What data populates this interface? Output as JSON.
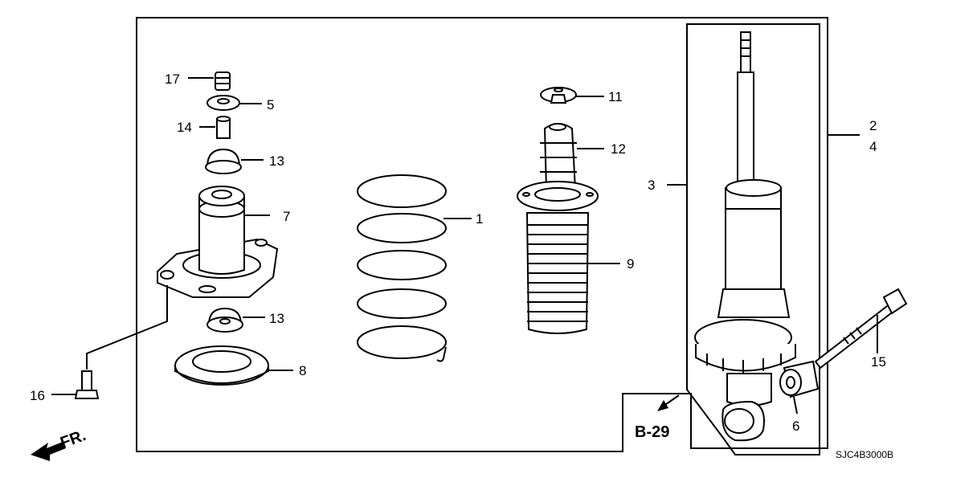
{
  "labels": {
    "p1": "1",
    "p2": "2",
    "p3": "3",
    "p4": "4",
    "p5": "5",
    "p6": "6",
    "p7": "7",
    "p8": "8",
    "p9": "9",
    "p11": "11",
    "p12": "12",
    "p13a": "13",
    "p13b": "13",
    "p14": "14",
    "p15": "15",
    "p16": "16",
    "p17": "17"
  },
  "ref": "B-29",
  "direction": "FR.",
  "code": "SJC4B3000B"
}
